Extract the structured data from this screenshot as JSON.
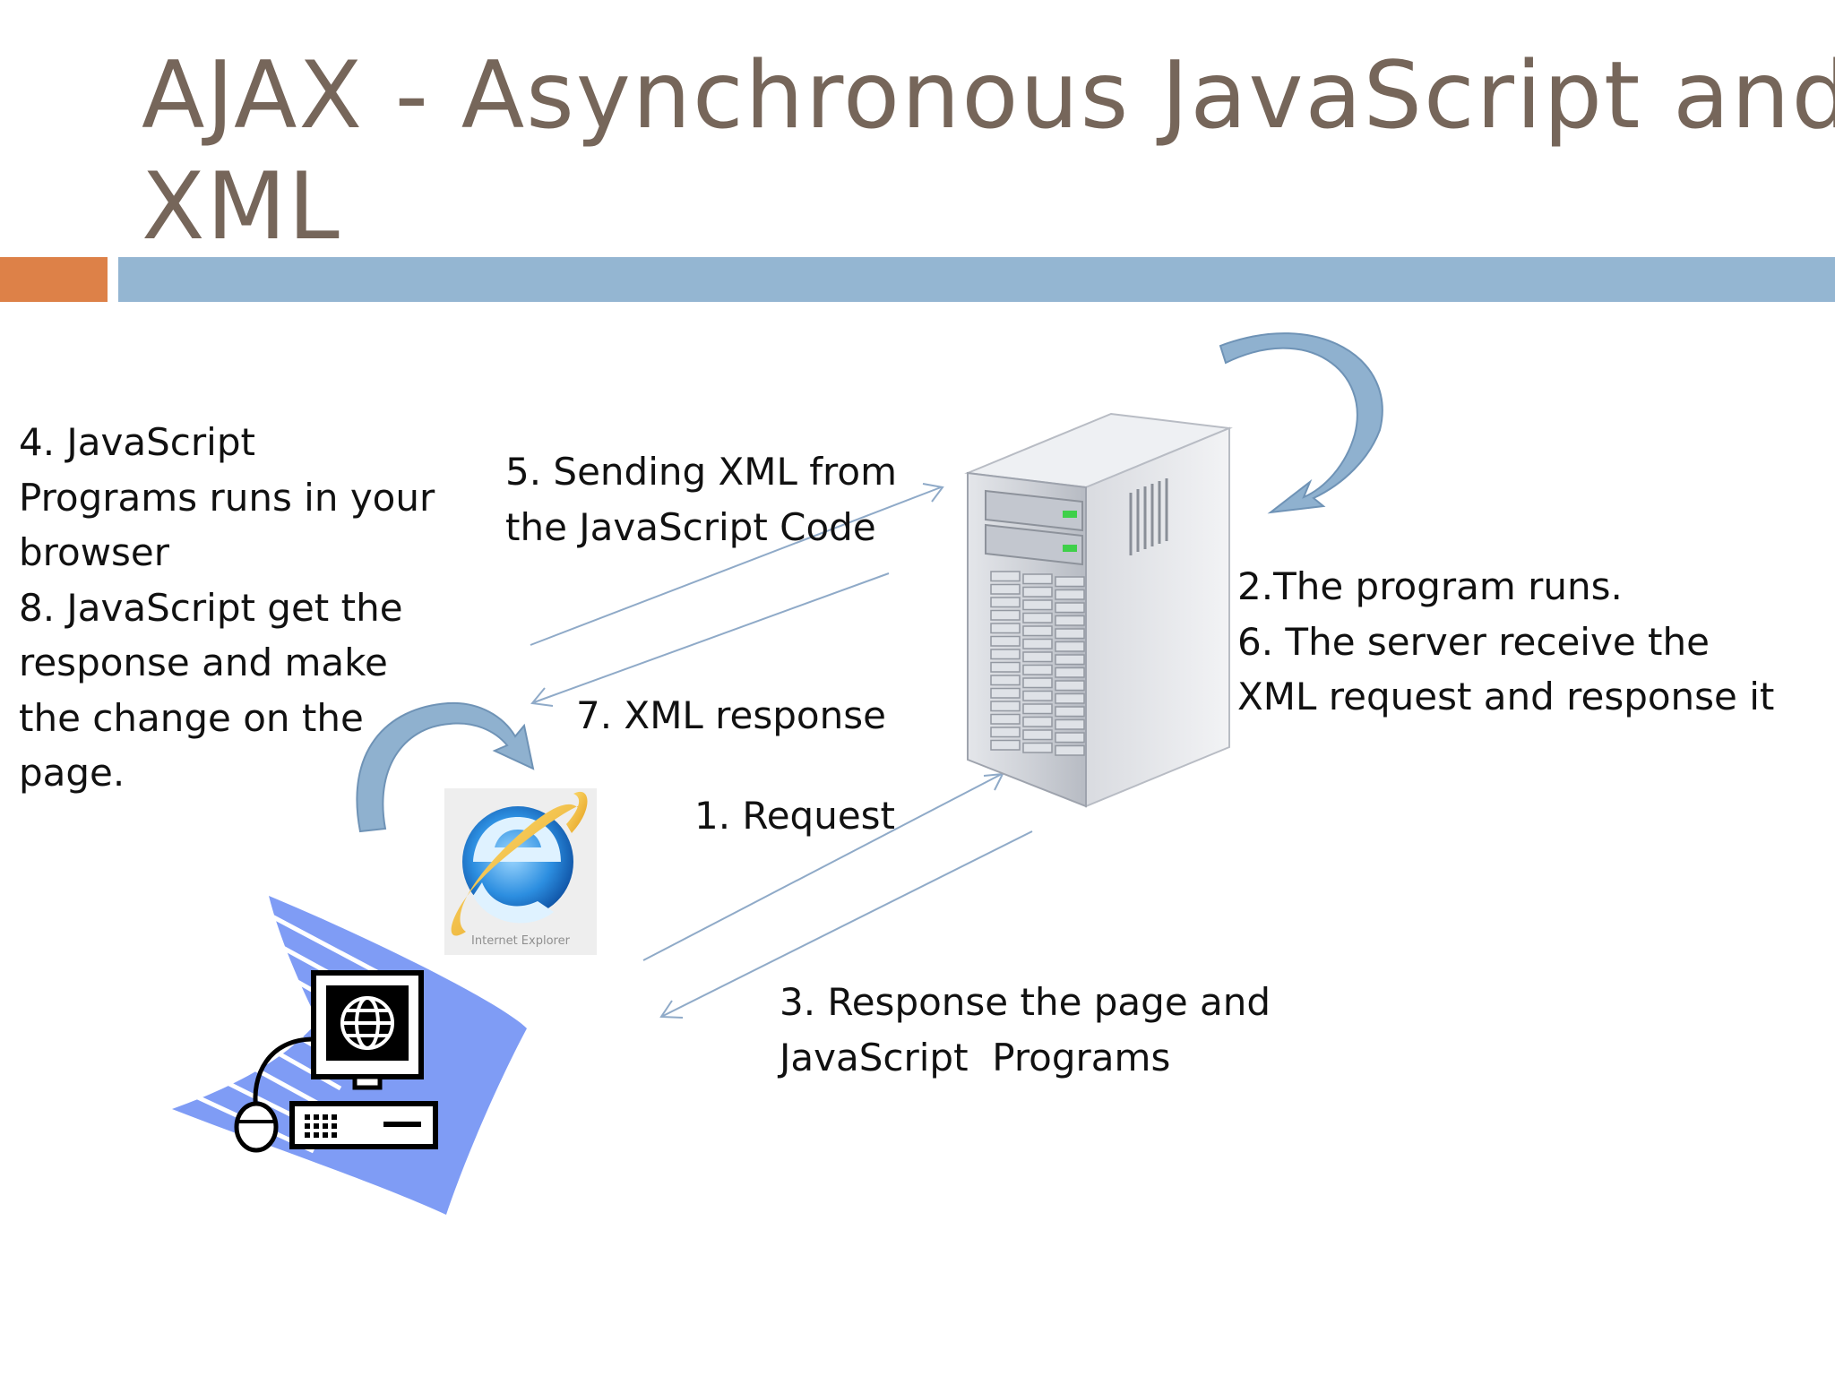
{
  "slide": {
    "title_lines": [
      "AJAX - Asynchronous JavaScript and",
      "XML"
    ]
  },
  "labels": {
    "client_steps": [
      "4. JavaScript",
      "Programs runs in your",
      "browser",
      "8. JavaScript get the",
      "response and make",
      "the change on the",
      "page."
    ],
    "sending_xml": [
      "5. Sending XML from",
      "the JavaScript Code"
    ],
    "xml_response": "7. XML response",
    "request": "1. Request",
    "response_page": [
      "3. Response the page and",
      "JavaScript  Programs"
    ],
    "server_steps": [
      "2.The program runs.",
      "6. The server receive the",
      "XML request and response it"
    ],
    "ie_logo_text": "Internet Explorer"
  },
  "colors": {
    "title": "#76665a",
    "accent_orange": "#dd8148",
    "accent_blue": "#94b6d2",
    "arrow_line": "#8faac8",
    "curved_arrow": "#8fb1cf",
    "computer_waves": "#7f9cf5"
  },
  "icons": [
    "curved-arrow-icon",
    "server-tower-icon",
    "internet-explorer-icon",
    "desktop-computer-icon",
    "globe-icon",
    "mouse-icon"
  ]
}
